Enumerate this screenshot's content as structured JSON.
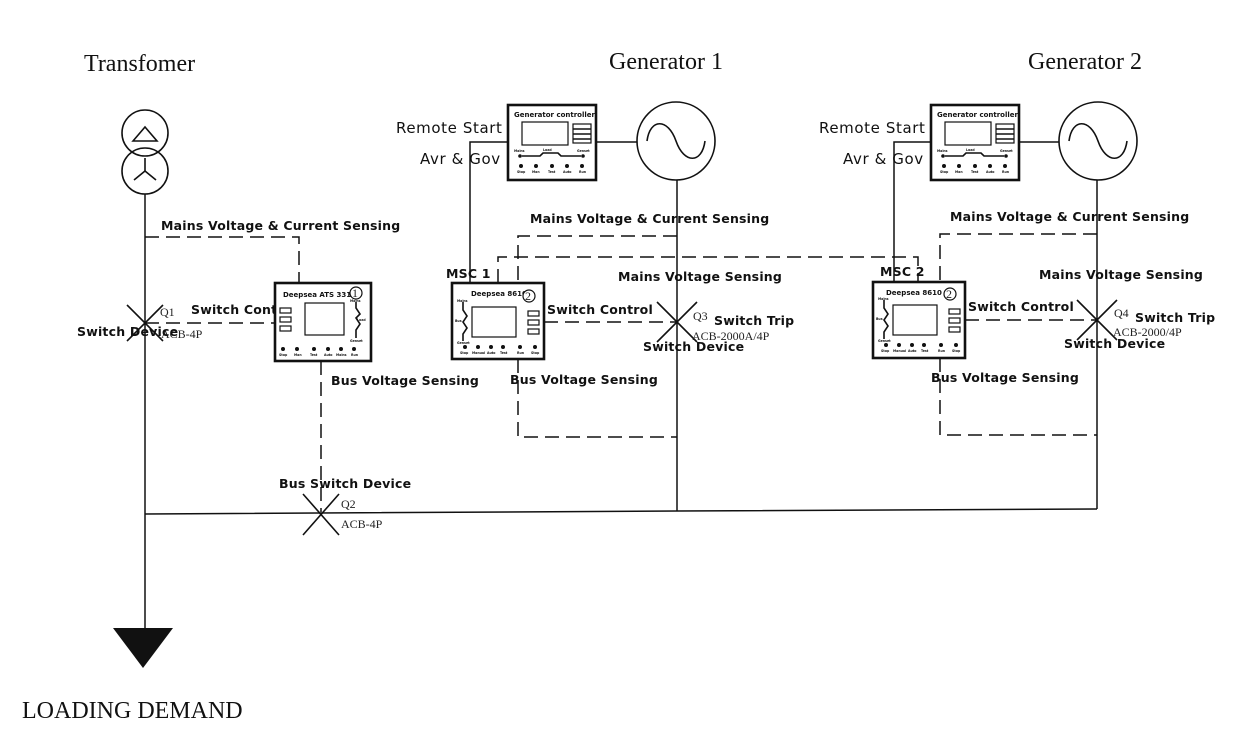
{
  "titles": {
    "transformer": "Transfomer",
    "generator_1": "Generator 1",
    "generator_2": "Generator 2",
    "load": "LOADING DEMAND"
  },
  "labels": {
    "mains_vc_sensing": "Mains Voltage & Current Sensing",
    "mains_v_sensing": "Mains Voltage Sensing",
    "bus_v_sensing": "Bus Voltage Sensing",
    "switch_control": "Switch Control",
    "switch_device": "Switch Device",
    "switch_trip": "Switch Trip",
    "bus_switch_device": "Bus Switch Device",
    "remote_start": "Remote Start",
    "avr_gov": "Avr & Gov",
    "msc1": "MSC 1",
    "msc2": "MSC 2"
  },
  "breakers": {
    "q1": {
      "id": "Q1",
      "rating": "ACB-4P"
    },
    "q2": {
      "id": "Q2",
      "rating": "ACB-4P"
    },
    "q3": {
      "id": "Q3",
      "rating": "ACB-2000A/4P"
    },
    "q4": {
      "id": "Q4",
      "rating": "ACB-2000/4P"
    }
  },
  "controllers": {
    "ats": {
      "title": "Deepsea ATS 331",
      "number": "1",
      "side_labels": [
        "Mains",
        "Load",
        "Genset"
      ],
      "buttons": [
        "Stop",
        "Man",
        "Test",
        "Auto",
        "Mains",
        "Run"
      ]
    },
    "gen_ctrl": {
      "title": "Generator controller",
      "status_labels": [
        "Mains",
        "Load",
        "Genset"
      ],
      "buttons": [
        "Stop",
        "Man",
        "Test",
        "Auto",
        "Run"
      ]
    },
    "msc": {
      "title": "Deepsea 8610",
      "number": "2",
      "side_labels": [
        "Mains",
        "Bus",
        "Genset"
      ],
      "buttons": [
        "Stop",
        "Manual",
        "Auto",
        "Test",
        "Run",
        "Stop"
      ]
    }
  }
}
